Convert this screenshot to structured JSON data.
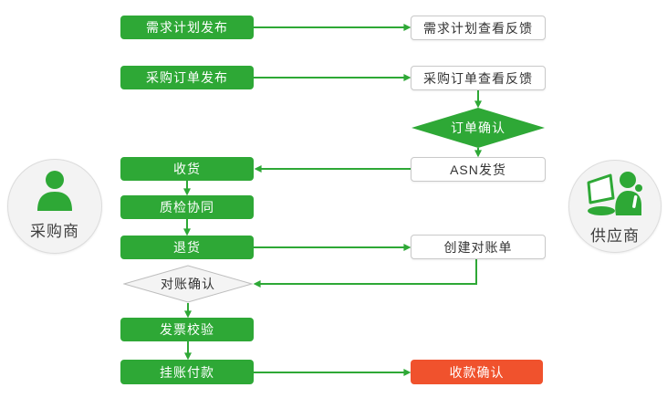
{
  "actors": {
    "buyer": {
      "label": "采购商"
    },
    "supplier": {
      "label": "供应商"
    }
  },
  "nodes": {
    "demand_plan_publish": {
      "label": "需求计划发布"
    },
    "demand_plan_feedback": {
      "label": "需求计划查看反馈"
    },
    "po_publish": {
      "label": "采购订单发布"
    },
    "po_feedback": {
      "label": "采购订单查看反馈"
    },
    "order_confirm": {
      "label": "订单确认"
    },
    "asn_ship": {
      "label": "ASN发货"
    },
    "receive": {
      "label": "收货"
    },
    "quality_collab": {
      "label": "质检协同"
    },
    "return_goods": {
      "label": "退货"
    },
    "create_statement": {
      "label": "创建对账单"
    },
    "statement_confirm": {
      "label": "对账确认"
    },
    "invoice_verify": {
      "label": "发票校验"
    },
    "pending_payment": {
      "label": "挂账付款"
    },
    "receipt_confirm": {
      "label": "收款确认"
    }
  },
  "colors": {
    "green": "#2ea836",
    "red": "#f0522d",
    "white_box_border": "#c9c9c9",
    "gray_diamond_fill": "#f4f4f4",
    "gray_diamond_border": "#bdbdbd",
    "circle_fill": "#f3f3f3",
    "circle_border": "#dcdcdc",
    "dark_text": "#333333"
  }
}
